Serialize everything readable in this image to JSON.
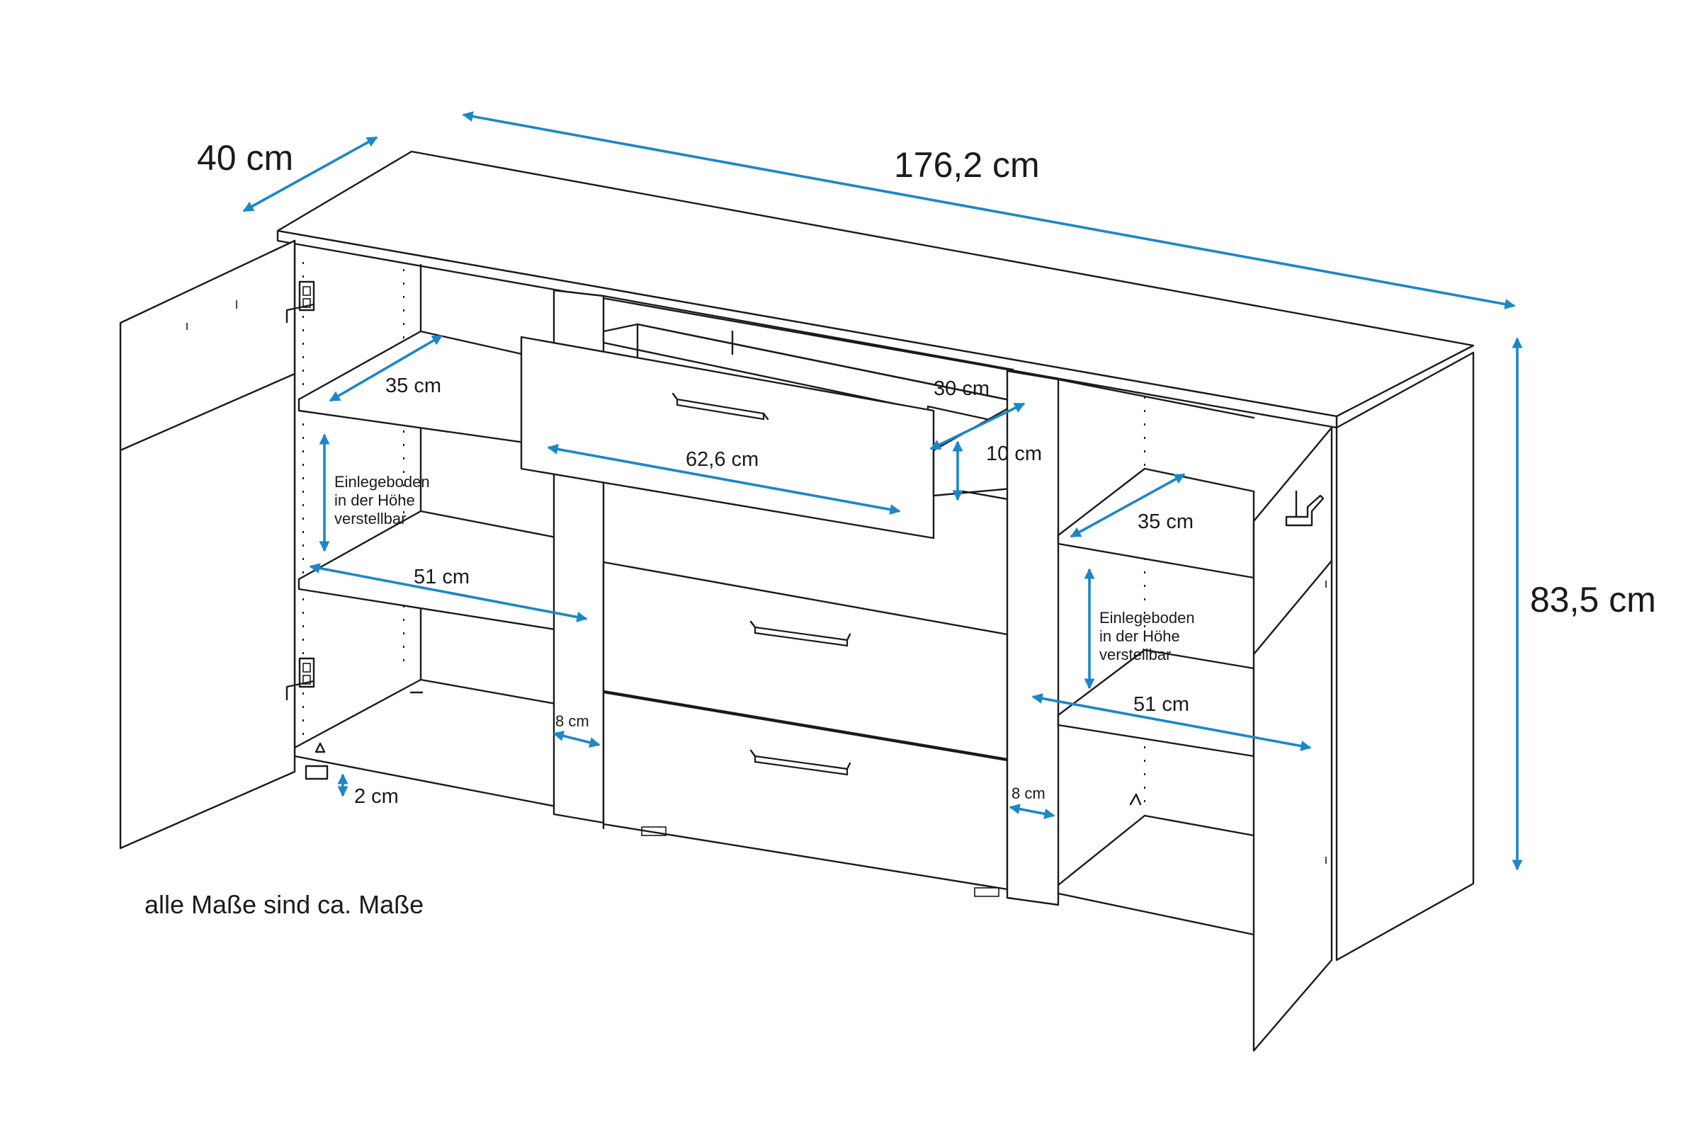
{
  "dimensions": {
    "depth": "40 cm",
    "width": "176,2 cm",
    "height": "83,5 cm",
    "shelf_depth_left": "35 cm",
    "shelf_depth_right": "35 cm",
    "drawer_depth": "30 cm",
    "drawer_height": "10 cm",
    "drawer_width": "62,6 cm",
    "shelf_width_left": "51 cm",
    "shelf_width_right": "51 cm",
    "divider_left": "8 cm",
    "divider_right": "8 cm",
    "foot_height": "2 cm"
  },
  "shelf_note_left": [
    "Einlegeboden",
    "in der Höhe",
    "verstellbar"
  ],
  "shelf_note_right": [
    "Einlegeboden",
    "in der Höhe",
    "verstellbar"
  ],
  "footnote": "alle Maße sind ca. Maße",
  "colors": {
    "dimension_arrow": "#1b87c6",
    "outline": "#1a1a1a"
  }
}
